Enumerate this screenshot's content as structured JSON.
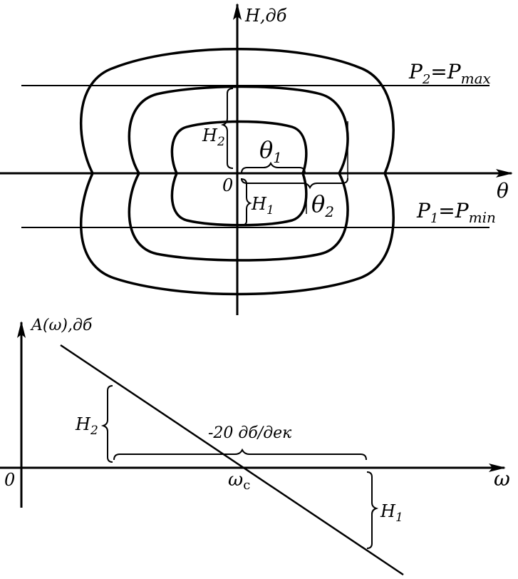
{
  "top_diagram": {
    "y_axis_label": "H,дб",
    "x_axis_label": "θ",
    "origin_label": "0",
    "p_max_label": {
      "main": "P",
      "sub": "2",
      "eq": "=P",
      "eqsub": "max"
    },
    "p_min_label": {
      "main": "P",
      "sub": "1",
      "eq": "=P",
      "eqsub": "min"
    },
    "h2_label": {
      "main": "H",
      "sub": "2"
    },
    "h1_label": {
      "main": "H",
      "sub": "1"
    },
    "theta1_label": {
      "main": "θ",
      "sub": "1"
    },
    "theta2_label": {
      "main": "θ",
      "sub": "2"
    }
  },
  "bottom_diagram": {
    "y_axis_label": "A(ω),дб",
    "x_axis_label": "ω",
    "origin_label": "0",
    "crossover_label": {
      "main": "ω",
      "sub": "c"
    },
    "slope_label": "-20 дб/дек",
    "h2_label": {
      "main": "H",
      "sub": "2"
    },
    "h1_label": {
      "main": "H",
      "sub": "1"
    }
  }
}
